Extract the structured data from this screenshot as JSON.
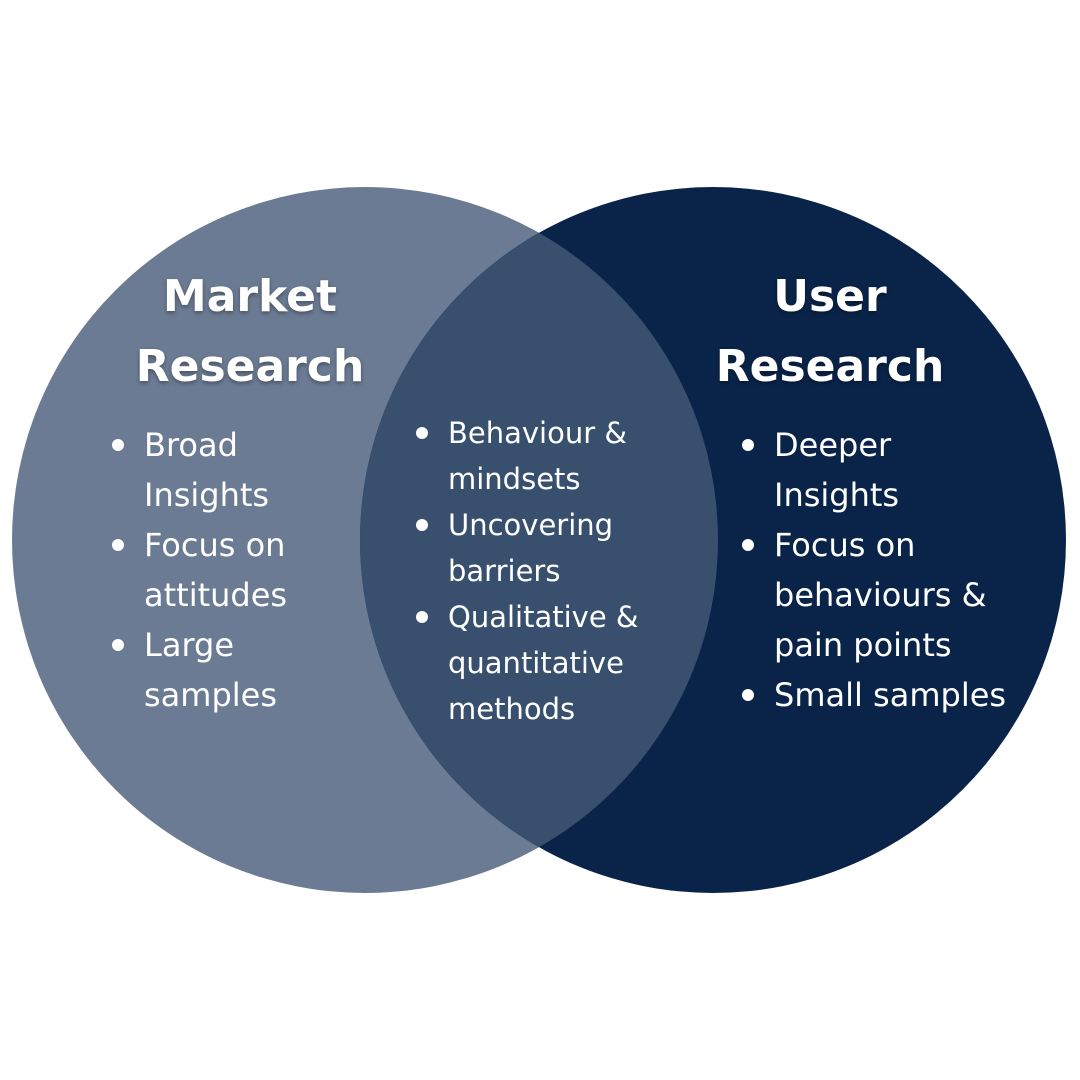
{
  "colors": {
    "background": "#ffffff",
    "left_circle": "#6b7b93",
    "right_circle": "#0a2449",
    "overlap": "#384f6e",
    "text": "#ffffff"
  },
  "left": {
    "title_line1": "Market",
    "title_line2": "Research",
    "items": [
      "Broad Insights",
      "Focus on attitudes",
      "Large samples"
    ]
  },
  "overlap": {
    "items": [
      "Behaviour & mindsets",
      "Uncovering barriers",
      "Qualitative & quantitative methods"
    ]
  },
  "right": {
    "title_line1": "User",
    "title_line2": "Research",
    "items": [
      "Deeper Insights",
      "Focus on behaviours & pain points",
      "Small samples"
    ]
  }
}
